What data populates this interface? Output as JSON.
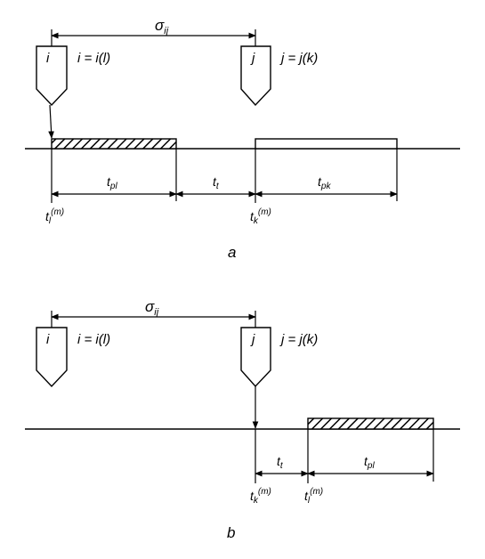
{
  "panel_a": {
    "sigma_base": "σ",
    "sigma_sub": "ij",
    "machine_i": "i",
    "eq_i": "i = i(l)",
    "machine_j": "j",
    "eq_j": "j = j(k)",
    "tpl_base": "t",
    "tpl_sub": "pl",
    "tt_base": "t",
    "tt_sub": "t",
    "tpk_base": "t",
    "tpk_sub": "pk",
    "tl_base": "t",
    "tl_sub": "l",
    "tl_sup": "(m)",
    "tk_base": "t",
    "tk_sub": "k",
    "tk_sup": "(m)",
    "caption": "a"
  },
  "panel_b": {
    "sigma_base": "σ",
    "sigma_sub": "ij",
    "machine_i": "i",
    "eq_i": "i = i(l)",
    "machine_j": "j",
    "eq_j": "j = j(k)",
    "tt_base": "t",
    "tt_sub": "t",
    "tpl_base": "t",
    "tpl_sub": "pl",
    "tk_base": "t",
    "tk_sub": "k",
    "tk_sup": "(m)",
    "tl_base": "t",
    "tl_sub": "l",
    "tl_sup": "(m)",
    "caption": "b"
  }
}
